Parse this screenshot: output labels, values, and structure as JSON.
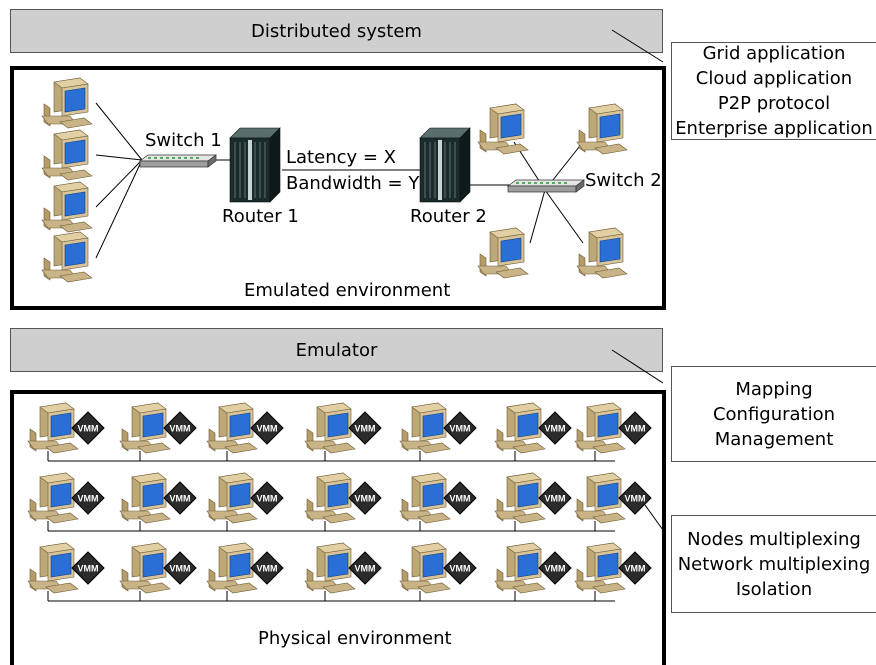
{
  "top": {
    "bar_label": "Distributed system",
    "note_lines": [
      "Grid application",
      "Cloud application",
      "P2P protocol",
      "Enterprise application"
    ],
    "env_label": "Emulated environment",
    "switch1": "Switch 1",
    "switch2": "Switch 2",
    "router1": "Router 1",
    "router2": "Router 2",
    "latency": "Latency = X",
    "bandwidth": "Bandwidth = Y"
  },
  "bottom": {
    "bar_label": "Emulator",
    "note1_lines": [
      "Mapping",
      "Configuration",
      "Management"
    ],
    "note2_lines": [
      "Nodes multiplexing",
      "Network multiplexing",
      "Isolation"
    ],
    "env_label": "Physical environment",
    "vmm_label": "VMM"
  },
  "colors": {
    "bar": "#cfcfcf",
    "screen": "#2a6fd6",
    "computer_body": "#d8c49a",
    "router": "#1b2b2b"
  },
  "icons": {
    "computer": "desktop-computer-icon",
    "switch": "network-switch-icon",
    "router": "router-rack-icon",
    "vmm": "vmm-diamond-icon"
  }
}
